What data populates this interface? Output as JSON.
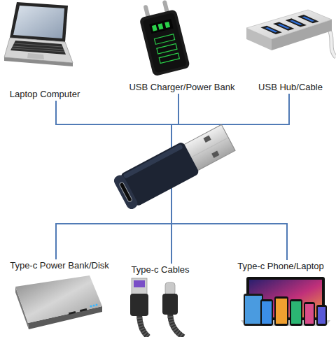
{
  "diagram": {
    "nodes": [
      {
        "text": [
          "Laptop Computer"
        ]
      },
      {
        "text": [
          "USB Charger/Power Bank"
        ]
      },
      {
        "text": [
          "USB Hub/Cable"
        ]
      },
      {
        "text": [
          "Type-c Power Bank/Disk"
        ]
      },
      {
        "text": [
          "Type-c Cables"
        ]
      },
      {
        "text": [
          "Type-c Phone/Laptop"
        ]
      }
    ],
    "edges": [
      {
        "from": 0,
        "to": 3,
        "arrow": "none"
      },
      {
        "from": 0,
        "to": 4,
        "arrow": "none"
      },
      {
        "from": 0,
        "to": 5,
        "arrow": "none"
      },
      {
        "from": 1,
        "to": 3,
        "arrow": "none"
      },
      {
        "from": 1,
        "to": 4,
        "arrow": "none"
      },
      {
        "from": 1,
        "to": 5,
        "arrow": "none"
      },
      {
        "from": 2,
        "to": 3,
        "arrow": "none"
      },
      {
        "from": 2,
        "to": 4,
        "arrow": "none"
      },
      {
        "from": 2,
        "to": 5,
        "arrow": "none"
      }
    ]
  }
}
